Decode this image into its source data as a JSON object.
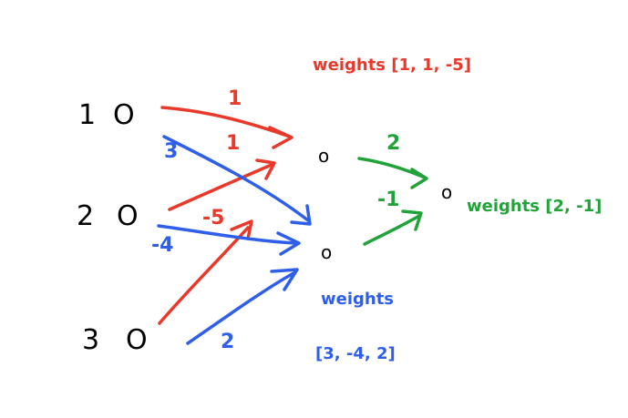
{
  "colors": {
    "red": "#e8392b",
    "blue": "#2f5fe8",
    "green": "#22a33a",
    "black": "#000000"
  },
  "inputs": [
    {
      "index": "1",
      "node": "O"
    },
    {
      "index": "2",
      "node": "O"
    },
    {
      "index": "3",
      "node": "O"
    }
  ],
  "hidden_nodes": [
    "o",
    "o"
  ],
  "output_node": "o",
  "edge_labels": {
    "red_from_1": "1",
    "red_from_2": "1",
    "red_from_3": "-5",
    "blue_from_1": "3",
    "blue_from_2": "-4",
    "blue_from_3": "2",
    "green_from_h1": "2",
    "green_from_h2": "-1"
  },
  "annotations": {
    "red_weights": "weights [1, 1, -5]",
    "blue_weights_word": "weights",
    "blue_weights_values": "[3, -4, 2]",
    "green_weights": "weights [2, -1]"
  }
}
